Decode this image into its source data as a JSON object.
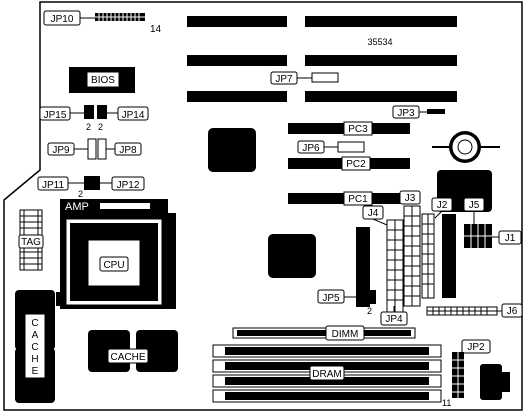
{
  "labels": {
    "jp10": "JP10",
    "jp10_pin": "14",
    "bios": "BIOS",
    "board_id": "35534",
    "jp7": "JP7",
    "jp15": "JP15",
    "jp14": "JP14",
    "jp15_pin": "2",
    "jp14_pin": "2",
    "jp3": "JP3",
    "pc3": "PC3",
    "jp9": "JP9",
    "jp8": "JP8",
    "jp6": "JP6",
    "pc2": "PC2",
    "jp11": "JP11",
    "jp12": "JP12",
    "jp11_pin": "2",
    "pc1": "PC1",
    "jp3b": "J3",
    "amp": "AMP",
    "j4": "J4",
    "j2": "J2",
    "j5": "J5",
    "j1": "J1",
    "tag": "TAG",
    "cpu": "CPU",
    "cache_v": [
      "C",
      "A",
      "C",
      "H",
      "E"
    ],
    "cache": "CACHE",
    "jp5": "JP5",
    "jp5_pin": "2",
    "jp4": "JP4",
    "j6": "J6",
    "dimm": "DIMM",
    "jp2": "JP2",
    "dram": "DRAM",
    "jp2_pin": "11"
  }
}
